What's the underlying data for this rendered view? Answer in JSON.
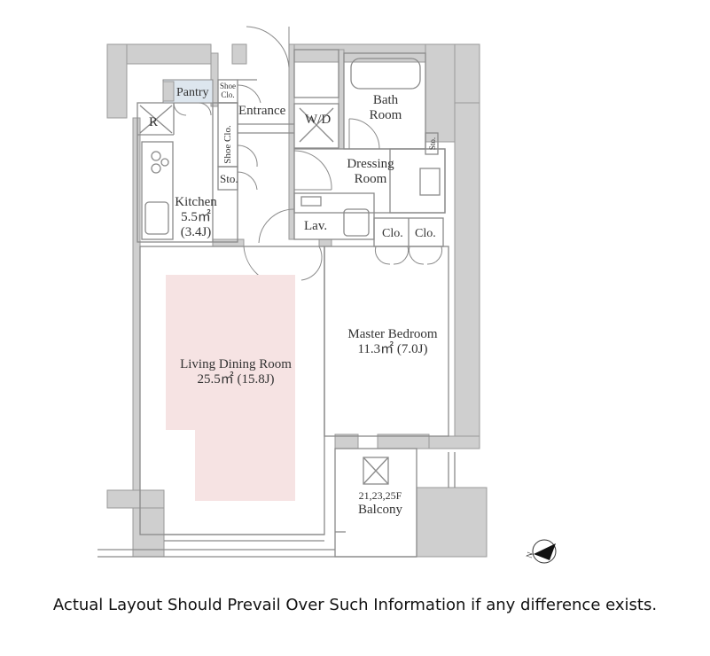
{
  "rooms": {
    "pantry": "Pantry",
    "shoe_clo_top": [
      "Shoe",
      "Clo."
    ],
    "refrigerator": "R",
    "entrance": "Entrance",
    "wd": "W/D",
    "bath": [
      "Bath",
      "Room"
    ],
    "shoe_clo_side": "Shoe Clo.",
    "sto_small": "Sto.",
    "sto_right": "Sto.",
    "dressing": [
      "Dressing",
      "Room"
    ],
    "kitchen": [
      "Kitchen",
      "5.5㎡",
      "(3.4J)"
    ],
    "lav": "Lav.",
    "clo1": "Clo.",
    "clo2": "Clo.",
    "master": [
      "Master Bedroom",
      "11.3㎡  (7.0J)"
    ],
    "living": [
      "Living Dining Room",
      "25.5㎡  (15.8J)"
    ],
    "balcony": [
      "21,23,25F",
      "Balcony"
    ],
    "north": "N"
  },
  "colors": {
    "wall": "#cfcfcf",
    "line": "#8a8a8a",
    "pink": "#f6e3e3",
    "pantry_blue": "#dde6ee"
  },
  "disclaimer": "Actual Layout Should Prevail Over Such Information if any difference exists."
}
